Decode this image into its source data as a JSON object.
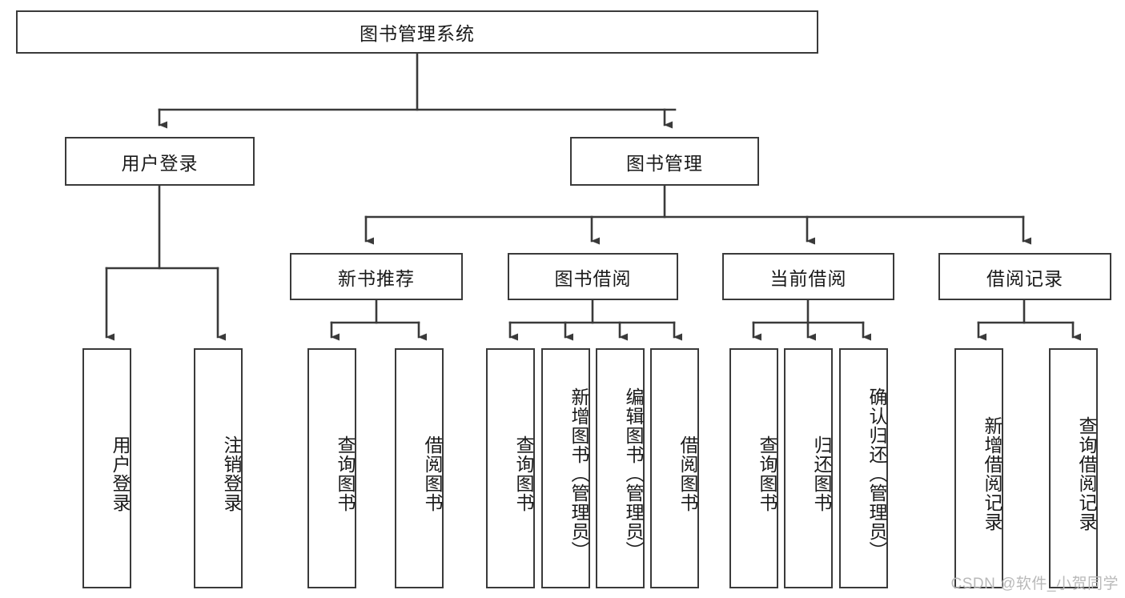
{
  "diagram": {
    "title": "图书管理系统",
    "type": "hierarchy-tree",
    "watermark": "CSDN @软件_小贺同学",
    "colors": {
      "box_border": "#3a3a3a",
      "box_fill": "#ffffff",
      "edge": "#3a3a3a",
      "text": "#1a1a1a",
      "watermark": "#b9b9b9"
    },
    "nodes": {
      "root": {
        "label": "图书管理系统",
        "level": 1,
        "orientation": "horizontal"
      },
      "l2": [
        {
          "id": "user-login",
          "label": "用户登录",
          "level": 2,
          "orientation": "horizontal"
        },
        {
          "id": "book-manage",
          "label": "图书管理",
          "level": 2,
          "orientation": "horizontal"
        }
      ],
      "l3": [
        {
          "id": "new-book-rec",
          "label": "新书推荐",
          "level": 3,
          "orientation": "horizontal"
        },
        {
          "id": "book-borrow",
          "label": "图书借阅",
          "level": 3,
          "orientation": "horizontal"
        },
        {
          "id": "current-borrow",
          "label": "当前借阅",
          "level": 3,
          "orientation": "horizontal"
        },
        {
          "id": "borrow-record",
          "label": "借阅记录",
          "level": 3,
          "orientation": "horizontal"
        }
      ],
      "leaves": [
        {
          "id": "leaf-user-login",
          "label": "用户登录",
          "parent": "user-login",
          "orientation": "vertical"
        },
        {
          "id": "leaf-user-logout",
          "label": "注销登录",
          "parent": "user-login",
          "orientation": "vertical"
        },
        {
          "id": "leaf-query-book-1",
          "label": "查询图书",
          "parent": "new-book-rec",
          "orientation": "vertical"
        },
        {
          "id": "leaf-borrow-book-1",
          "label": "借阅图书",
          "parent": "new-book-rec",
          "orientation": "vertical"
        },
        {
          "id": "leaf-query-book-2",
          "label": "查询图书",
          "parent": "book-borrow",
          "orientation": "vertical"
        },
        {
          "id": "leaf-add-book",
          "label": "新增图书（管理员）",
          "parent": "book-borrow",
          "orientation": "vertical"
        },
        {
          "id": "leaf-edit-book",
          "label": "编辑图书（管理员）",
          "parent": "book-borrow",
          "orientation": "vertical"
        },
        {
          "id": "leaf-borrow-book-2",
          "label": "借阅图书",
          "parent": "book-borrow",
          "orientation": "vertical"
        },
        {
          "id": "leaf-query-book-3",
          "label": "查询图书",
          "parent": "current-borrow",
          "orientation": "vertical"
        },
        {
          "id": "leaf-return-book",
          "label": "归还图书",
          "parent": "current-borrow",
          "orientation": "vertical"
        },
        {
          "id": "leaf-confirm-return",
          "label": "确认归还（管理员）",
          "parent": "current-borrow",
          "orientation": "vertical"
        },
        {
          "id": "leaf-add-record",
          "label": "新增借阅记录",
          "parent": "borrow-record",
          "orientation": "vertical"
        },
        {
          "id": "leaf-query-record",
          "label": "查询借阅记录",
          "parent": "borrow-record",
          "orientation": "vertical"
        }
      ]
    }
  }
}
